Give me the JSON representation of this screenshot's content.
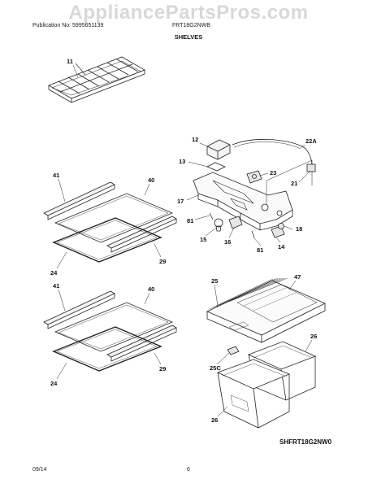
{
  "watermark": "AppliancePartsPros.com",
  "header": {
    "publication": "Publication No: 5995651139",
    "model": "FRT18G2NWB"
  },
  "title": "SHELVES",
  "diagram": {
    "drawing_code": "SHFRT18G2NW0",
    "callouts": {
      "c11": "11",
      "c12": "12",
      "c13": "13",
      "c22a": "22A",
      "c23": "23",
      "c17": "17",
      "c21": "21",
      "c81a": "81",
      "c15": "15",
      "c16": "16",
      "c81b": "81",
      "c14": "14",
      "c18": "18",
      "c41a": "41",
      "c40a": "40",
      "c29a": "29",
      "c24a": "24",
      "c41b": "41",
      "c40b": "40",
      "c29b": "29",
      "c24b": "24",
      "c25": "25",
      "c47": "47",
      "c26a": "26",
      "c25c": "25C",
      "c26b": "26"
    }
  },
  "footer": {
    "date": "09/14",
    "page": "6"
  }
}
